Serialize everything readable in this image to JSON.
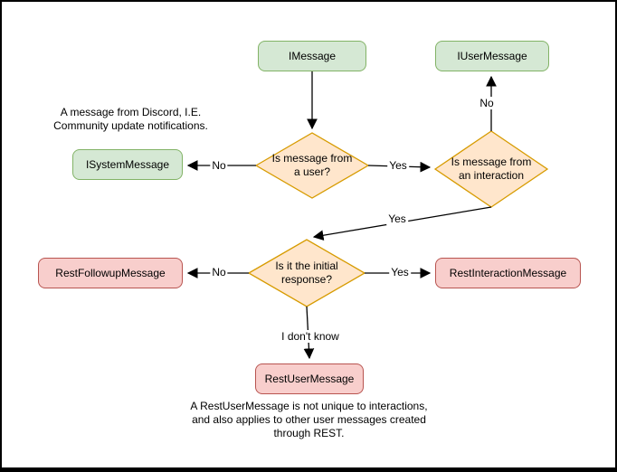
{
  "diagram": {
    "nodes": {
      "imessage": {
        "label": "IMessage",
        "kind": "interface"
      },
      "iusermessage": {
        "label": "IUserMessage",
        "kind": "interface"
      },
      "isystemmessage": {
        "label": "ISystemMessage",
        "kind": "interface"
      },
      "decision_is_from_user": {
        "label": "Is message from a user?",
        "kind": "decision"
      },
      "decision_is_from_interaction": {
        "label": "Is message from an interaction",
        "kind": "decision"
      },
      "decision_is_initial_response": {
        "label": "Is it the initial response?",
        "kind": "decision"
      },
      "restfollowupmessage": {
        "label": "RestFollowupMessage",
        "kind": "rest-class"
      },
      "restinteractionmessage": {
        "label": "RestInteractionMessage",
        "kind": "rest-class"
      },
      "restusermessage": {
        "label": "RestUserMessage",
        "kind": "rest-class"
      }
    },
    "edges": [
      {
        "from": "imessage",
        "to": "decision_is_from_user",
        "label": ""
      },
      {
        "from": "decision_is_from_user",
        "to": "isystemmessage",
        "label": "No"
      },
      {
        "from": "decision_is_from_user",
        "to": "decision_is_from_interaction",
        "label": "Yes"
      },
      {
        "from": "decision_is_from_interaction",
        "to": "iusermessage",
        "label": "No"
      },
      {
        "from": "decision_is_from_interaction",
        "to": "decision_is_initial_response",
        "label": "Yes"
      },
      {
        "from": "decision_is_initial_response",
        "to": "restfollowupmessage",
        "label": "No"
      },
      {
        "from": "decision_is_initial_response",
        "to": "restinteractionmessage",
        "label": "Yes"
      },
      {
        "from": "decision_is_initial_response",
        "to": "restusermessage",
        "label": "I don't know"
      }
    ],
    "annotations": {
      "system_message_note": "A message from Discord, I.E.\nCommunity update notifications.",
      "rest_user_message_note": "A RestUserMessage is not unique to interactions,\nand also applies to other user messages created\nthrough REST."
    }
  },
  "colors": {
    "interface_fill": "#d5e8d4",
    "interface_stroke": "#82b366",
    "decision_fill": "#ffe6cc",
    "decision_stroke": "#d79b00",
    "rest_fill": "#f8cecc",
    "rest_stroke": "#b85450",
    "edge": "#000000",
    "background": "#ffffff",
    "frame_border": "#000000"
  }
}
